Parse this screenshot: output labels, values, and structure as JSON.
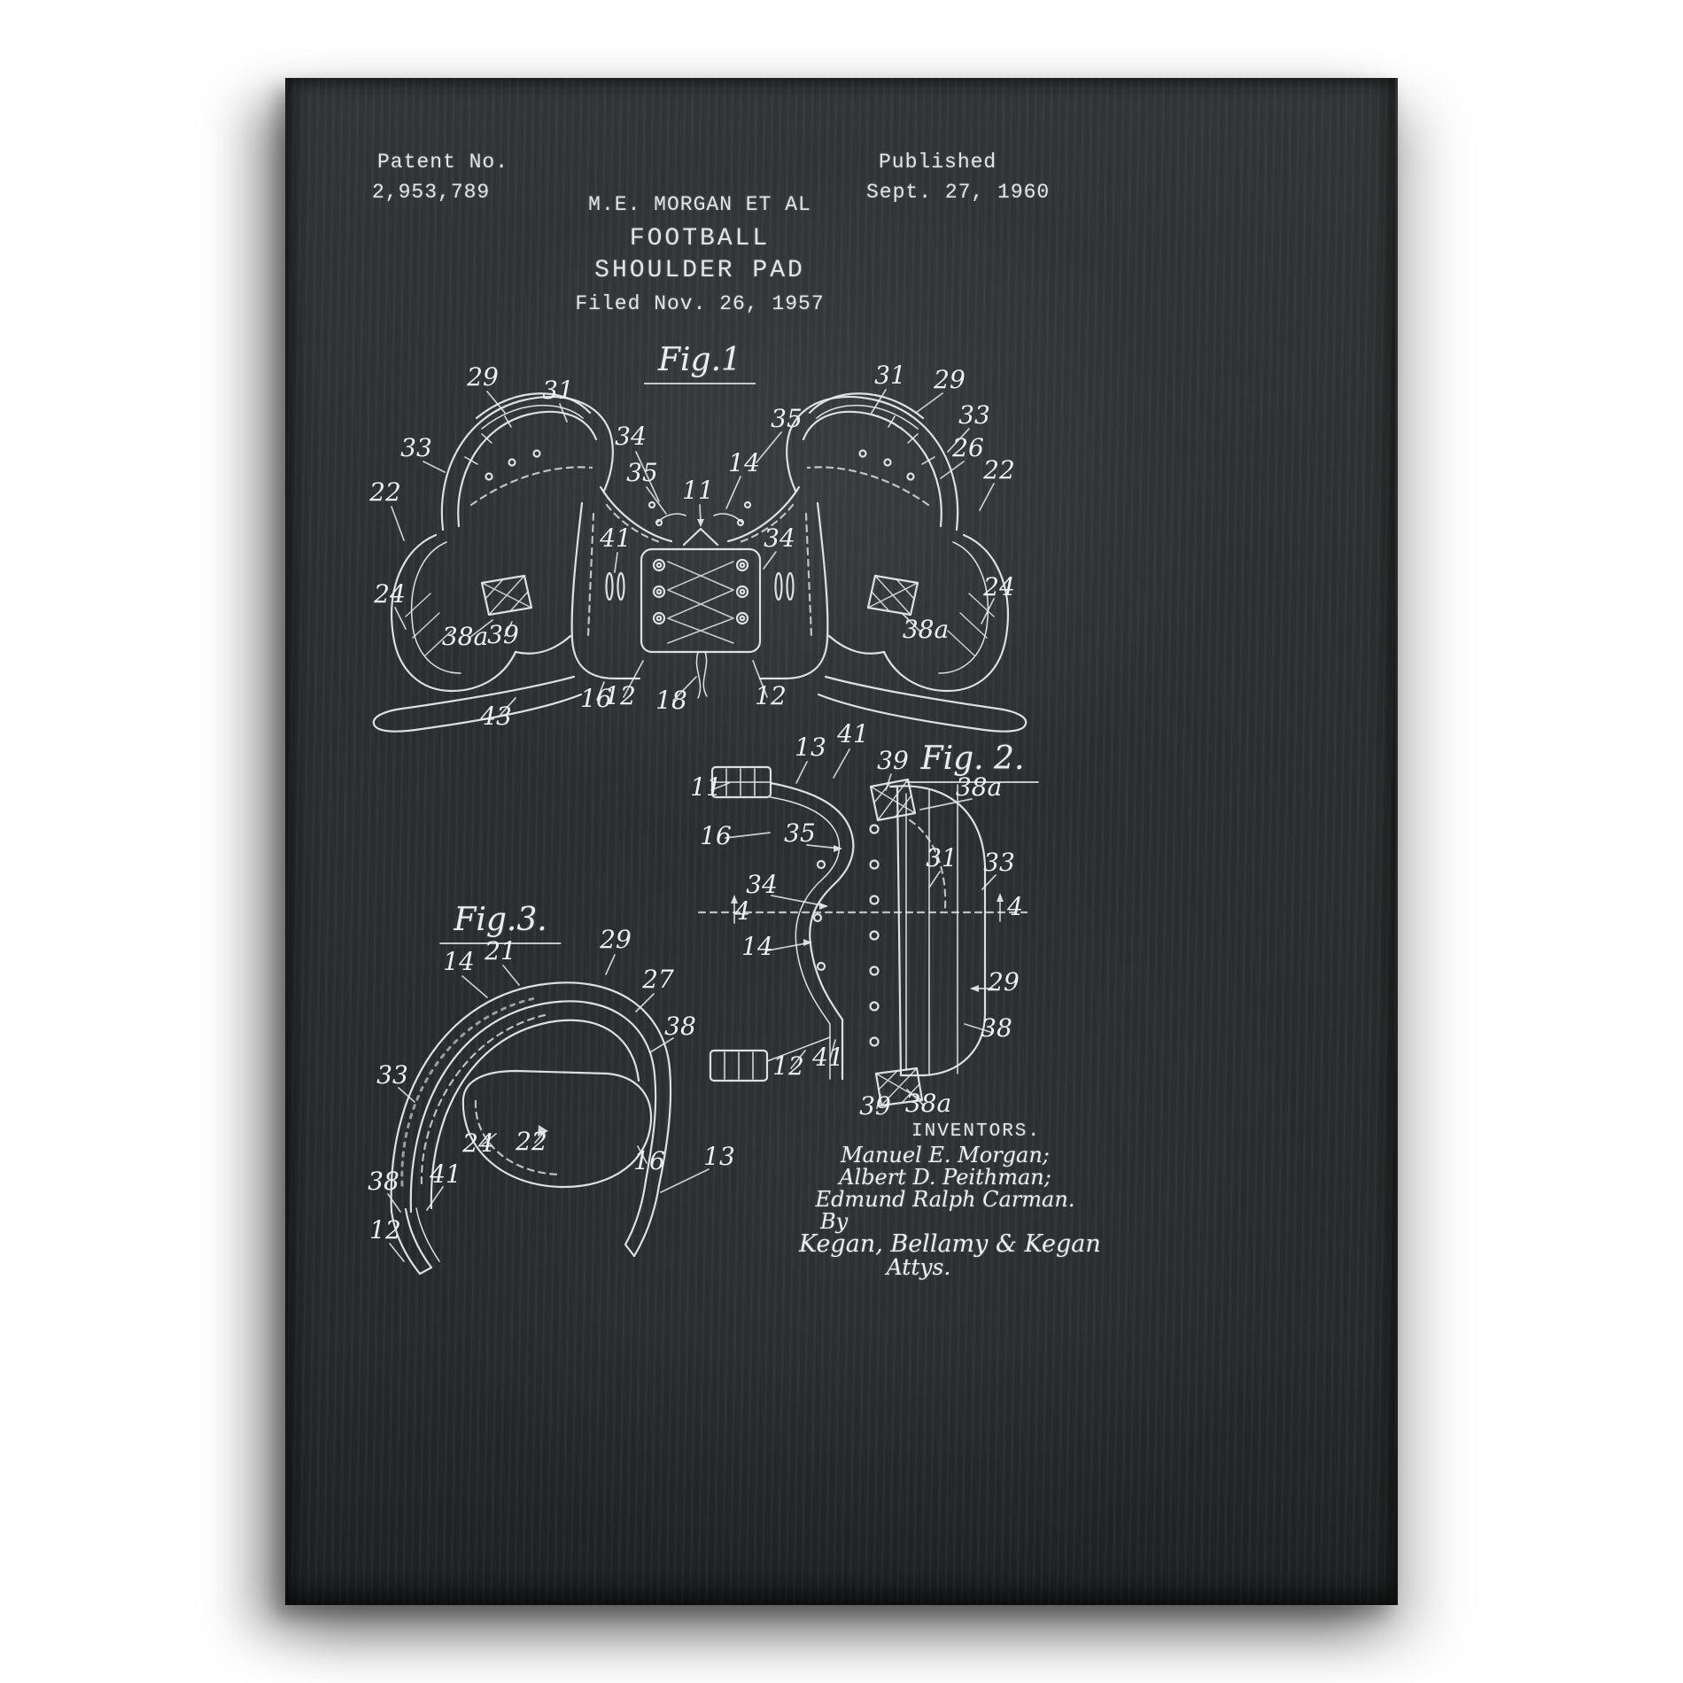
{
  "colors": {
    "board": "#323436",
    "chalk": "#e8e9e9"
  },
  "header": {
    "patent_label": "Patent No.",
    "patent_value": "2,953,789",
    "published_label": "Published",
    "published_value": "Sept. 27, 1960",
    "author": "M.E. MORGAN ET AL",
    "title1": "FOOTBALL",
    "title2": "SHOULDER PAD",
    "filed": "Filed Nov. 26, 1957"
  },
  "fig1": {
    "label": "Fig.1",
    "callouts": [
      "29",
      "31",
      "33",
      "22",
      "24",
      "34",
      "35",
      "11",
      "41",
      "14",
      "35",
      "34",
      "31",
      "29",
      "33",
      "26",
      "22",
      "24",
      "38a",
      "39",
      "38a",
      "43",
      "16",
      "12",
      "18",
      "12"
    ]
  },
  "fig2": {
    "label": "Fig. 2.",
    "callouts": [
      "13",
      "41",
      "39",
      "38a",
      "11",
      "16",
      "35",
      "31",
      "33",
      "34",
      "4",
      "4",
      "14",
      "29",
      "38",
      "12",
      "41",
      "39",
      "38a"
    ]
  },
  "fig3": {
    "label": "Fig.3.",
    "callouts": [
      "14",
      "21",
      "29",
      "27",
      "38",
      "33",
      "24",
      "22",
      "16",
      "13",
      "38",
      "41",
      "12"
    ]
  },
  "inventors": {
    "heading": "INVENTORS.",
    "name1": "Manuel E. Morgan;",
    "name2": "Albert D. Peithman;",
    "name3": "Edmund Ralph Carman.",
    "by": "By",
    "firm": "Kegan, Bellamy & Kegan",
    "attys": "Attys."
  }
}
